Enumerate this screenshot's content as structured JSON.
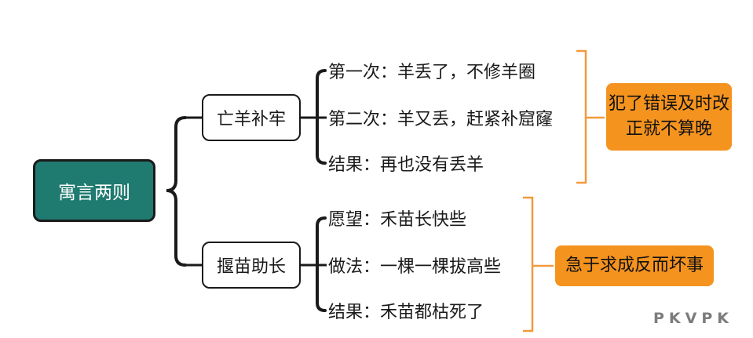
{
  "diagram": {
    "root": {
      "label": "寓言两则"
    },
    "branches": [
      {
        "label": "亡羊补牢",
        "items": [
          "第一次：羊丢了，不修羊圈",
          "第二次：羊又丢，赶紧补窟窿",
          "结果：再也没有丢羊"
        ],
        "summary": "犯了错误及时改正就不算晚"
      },
      {
        "label": "揠苗助长",
        "items": [
          "愿望：禾苗长快些",
          "做法：一棵一棵拔高些",
          "结果：禾苗都枯死了"
        ],
        "summary": "急于求成反而坏事"
      }
    ],
    "colors": {
      "root_fill": "#1f7a70",
      "summary_fill": "#f5931f",
      "bracket": "#f39a3c",
      "line": "#1a1a1a"
    }
  },
  "watermark": "PKVPK"
}
